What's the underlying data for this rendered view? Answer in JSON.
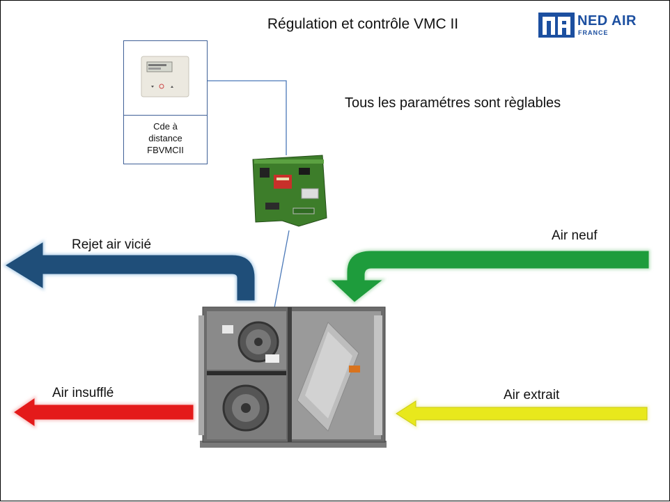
{
  "slide": {
    "title": "Régulation et contrôle VMC II",
    "subtitle": "Tous les paramétres sont règlables",
    "logo": {
      "brand": "NED AIR",
      "country": "FRANCE"
    }
  },
  "remote_control": {
    "label_line1": "Cde à",
    "label_line2": "distance",
    "label_line3": "FBVMCII"
  },
  "flows": {
    "rejet": {
      "label": "Rejet air vicié",
      "color": "#1f4e79"
    },
    "air_neuf": {
      "label": "Air neuf",
      "color": "#1e9c3c"
    },
    "air_insuffle": {
      "label": "Air insufflé",
      "color": "#e41a1a"
    },
    "air_extrait": {
      "label": "Air extrait",
      "color": "#e8e81c"
    }
  },
  "colors": {
    "frame_border": "#3e5f96",
    "wire": "#4a78b8",
    "pcb": "#3d7d2a"
  }
}
